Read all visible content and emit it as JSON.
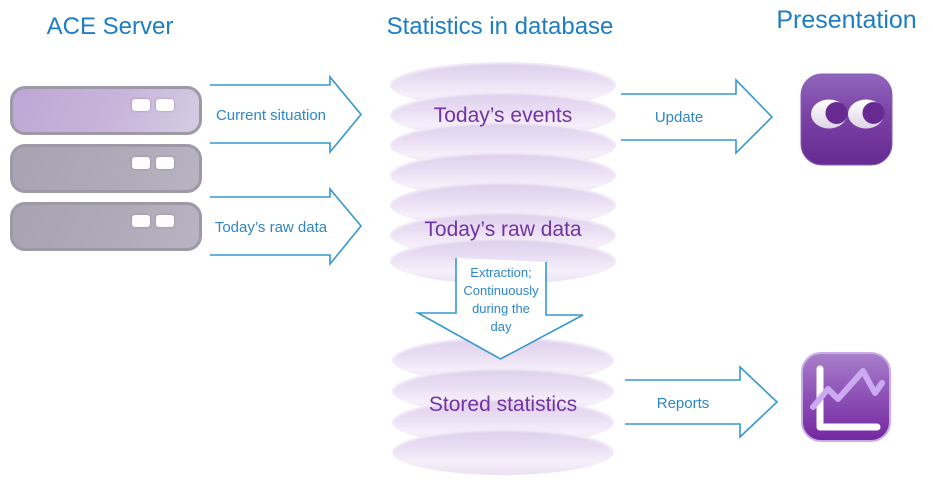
{
  "titles": {
    "left": "ACE Server",
    "center": "Statistics in database",
    "right": "Presentation"
  },
  "servers": {
    "units": 3,
    "leds_per_unit": 2
  },
  "flows": {
    "current_situation": "Current situation",
    "todays_raw_data": "Today’s raw data",
    "update": "Update",
    "reports": "Reports",
    "extraction_full": "Extraction; Continuously during the day",
    "extraction_lines": [
      "Extraction;",
      "Continuously",
      "during the",
      "day"
    ]
  },
  "databases": {
    "upper": {
      "label_top": "Today’s events",
      "label_bottom": "Today’s raw data"
    },
    "lower": {
      "label": "Stored statistics"
    }
  },
  "icons": {
    "presentation_monitor": "eyes-monitor-icon",
    "reports_chart": "line-chart-icon"
  },
  "colors": {
    "title_blue": "#1d7ec3",
    "arrow_blue": "#3399cf",
    "label_blue": "#2e86c8",
    "db_text_purple": "#7233a3",
    "db_disk_light": "#f6f0fa",
    "db_disk_dark": "#ddceeb",
    "server_purple": "#c3b0d8",
    "server_gray": "#aca8b6",
    "icon_purple_dark": "#662a90",
    "icon_purple_light": "#aa80cb"
  }
}
